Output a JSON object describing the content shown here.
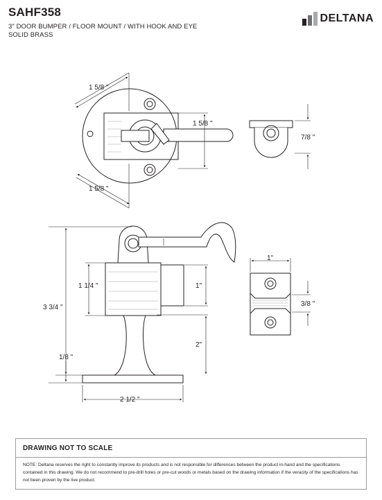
{
  "header": {
    "model": "SAHF358",
    "description": "3\" DOOR BUMPER / FLOOR MOUNT / WITH HOOK AND EYE",
    "finish": "SOLID BRASS",
    "brand": "DELTANA"
  },
  "dimensions": {
    "top_view_upper_span": "1 5/8 \"",
    "top_view_lower_span": "1 5/8 \"",
    "top_view_hook_length": "1 5/8 \"",
    "eye_height": "7/8 \"",
    "overall_height": "3 3/4 \"",
    "head_height": "1 1/4 \"",
    "stem_height": "2\"",
    "base_thickness": "1/8 \"",
    "base_width": "2 1/2 \"",
    "eye_side_height": "1\"",
    "plate_width": "1\"",
    "plate_gap": "3/8 \""
  },
  "footer": {
    "heading": "DRAWING NOT TO SCALE",
    "note": "NOTE: Deltana reserves the right to constantly improve its products and is not responsible for differences between the product in-hand and the specifications contained in this drawing. We do not recommend to pre-drill holes or pre-cut woods or metals based on the drawing information if the veracity of the specifications has not been proven by the live product."
  }
}
